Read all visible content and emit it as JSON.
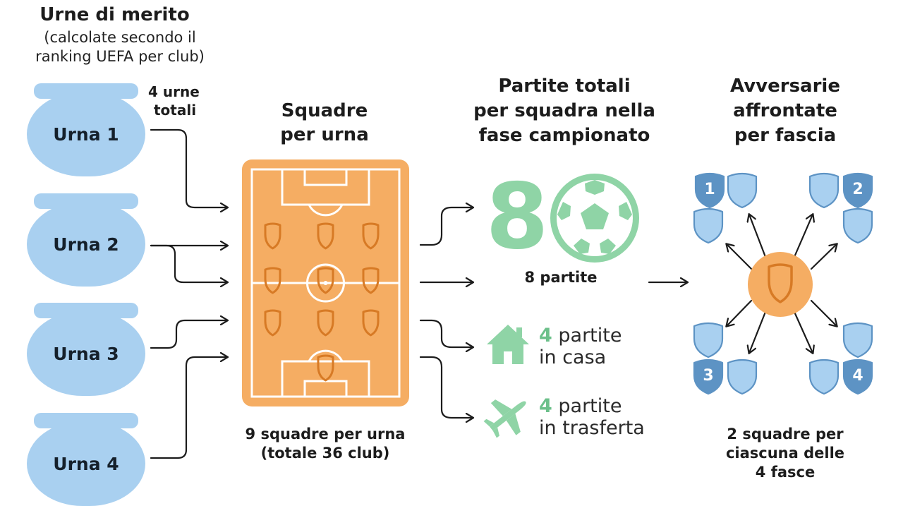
{
  "urne": {
    "title": "Urne di merito",
    "subtitle_line1": "(calcolate secondo il",
    "subtitle_line2": "ranking UEFA per club)",
    "total_line1": "4 urne",
    "total_line2": "totali",
    "items": [
      {
        "label": "Urna 1"
      },
      {
        "label": "Urna 2"
      },
      {
        "label": "Urna 3"
      },
      {
        "label": "Urna 4"
      }
    ]
  },
  "squadre": {
    "title_line1": "Squadre",
    "title_line2": "per urna",
    "caption_line1": "9 squadre per urna",
    "caption_line2": "(totale 36 club)"
  },
  "partite": {
    "title_line1": "Partite totali",
    "title_line2": "per squadra nella",
    "title_line3": "fase campionato",
    "big_number": "8",
    "total_label": "8 partite",
    "home_count": "4",
    "home_line1": " partite",
    "home_line2": "in casa",
    "away_count": "4",
    "away_line1": " partite",
    "away_line2": "in trasferta"
  },
  "avversarie": {
    "title_line1": "Avversarie",
    "title_line2": "affrontate",
    "title_line3": "per fascia",
    "fascia_numbers": [
      "1",
      "2",
      "3",
      "4"
    ],
    "caption_line1": "2 squadre per",
    "caption_line2": "ciascuna delle",
    "caption_line3": "4 fasce"
  },
  "colors": {
    "urn_blue": "#a9d0f0",
    "pitch_orange": "#f5ad63",
    "green": "#8fd4a6",
    "shield_blue": "#a9d0f0",
    "center_orange": "#f5ad63"
  }
}
